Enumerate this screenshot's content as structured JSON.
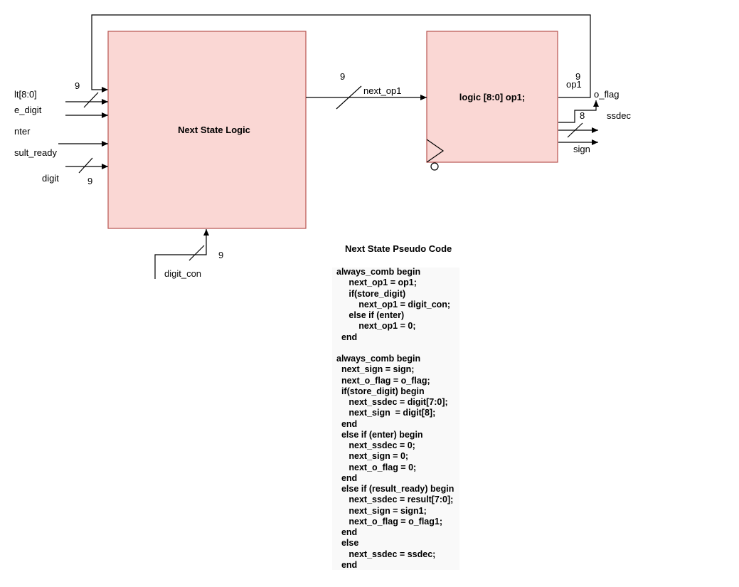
{
  "blocks": {
    "next_state_logic": {
      "label": "Next State Logic"
    },
    "register": {
      "label": "logic [8:0] op1;"
    }
  },
  "inputs": {
    "result": "lt[8:0]",
    "store_digit": "e_digit",
    "enter": "nter",
    "result_ready": "sult_ready",
    "digit": "digit",
    "digit_con": "digit_con"
  },
  "bus_widths": {
    "result": "9",
    "digit": "9",
    "digit_con": "9",
    "next_op1": "9",
    "op1": "9",
    "ssdec": "8"
  },
  "signals": {
    "next_op1": "next_op1",
    "op1": "op1",
    "o_flag": "o_flag",
    "ssdec": "ssdec",
    "sign": "sign"
  },
  "pseudo_code": {
    "title": "Next State Pseudo Code",
    "lines": [
      "always_comb begin",
      "     next_op1 = op1;",
      "     if(store_digit)",
      "         next_op1 = digit_con;",
      "     else if (enter)",
      "         next_op1 = 0;",
      "  end",
      "",
      "always_comb begin",
      "  next_sign = sign;",
      "  next_o_flag = o_flag;",
      "  if(store_digit) begin",
      "     next_ssdec = digit[7:0];",
      "     next_sign  = digit[8];",
      "  end",
      "  else if (enter) begin",
      "     next_ssdec = 0;",
      "     next_sign = 0;",
      "     next_o_flag = 0;",
      "  end",
      "  else if (result_ready) begin",
      "     next_ssdec = result[7:0];",
      "     next_sign = sign1;",
      "     next_o_flag = o_flag1;",
      "  end",
      "  else",
      "     next_ssdec = ssdec;",
      "  end"
    ]
  },
  "colors": {
    "block_fill": "#fad7d4",
    "block_stroke": "#b85450",
    "wire": "#000000"
  }
}
